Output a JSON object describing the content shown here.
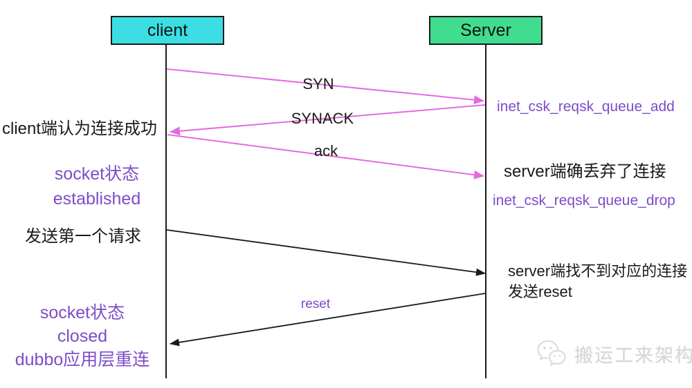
{
  "diagram": {
    "actors": {
      "client": "client",
      "server": "Server"
    },
    "messages": {
      "syn": "SYN",
      "synack": "SYNACK",
      "ack": "ack",
      "reset": "reset"
    },
    "left_notes": {
      "client_success": "client端认为连接成功",
      "socket_state_1": "socket状态",
      "established": "established",
      "first_request": "发送第一个请求",
      "socket_state_2": "socket状态",
      "closed": "closed",
      "dubbo_reconnect": "dubbo应用层重连"
    },
    "right_notes": {
      "queue_add": "inet_csk_reqsk_queue_add",
      "server_dropped": "server端确丢弃了连接",
      "queue_drop": "inet_csk_reqsk_queue_drop",
      "server_notfound_line1": "server端找不到对应的连接",
      "server_notfound_line2": "发送reset"
    },
    "watermark": {
      "text": "搬运工来架构",
      "icon": "wechat-icon"
    },
    "colors": {
      "client_box": "#3bdfe3",
      "server_box": "#40dd8f",
      "handshake_arrow": "#e36be0",
      "purple_text": "#7d4cc8",
      "black": "#1a1a1a"
    }
  }
}
